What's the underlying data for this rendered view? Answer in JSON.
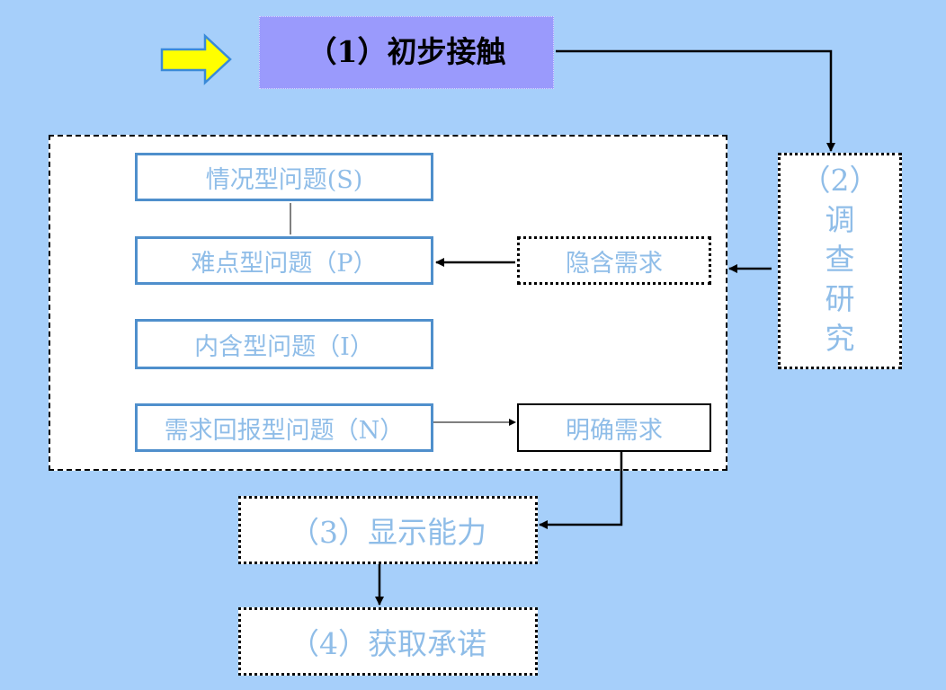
{
  "step1": {
    "label": "（1）初步接触"
  },
  "step2": {
    "label_top": "（2）",
    "chars": [
      "调",
      "查",
      "研",
      "究"
    ]
  },
  "questions": [
    {
      "label": "情况型问题(S)"
    },
    {
      "label": "难点型问题（P）"
    },
    {
      "label": "内含型问题（I）"
    },
    {
      "label": "需求回报型问题（N）"
    }
  ],
  "needs": {
    "implicit": "隐含需求",
    "explicit": "明确需求"
  },
  "step3": {
    "label": "（3）显示能力"
  },
  "step4": {
    "label": "（4）获取承诺"
  },
  "colors": {
    "background": "#a6cffa",
    "step1_fill": "#9a9afc",
    "text_light": "#8fbde8",
    "box_border": "#4f8fcc",
    "arrow_fill": "#ffff00",
    "arrow_stroke": "#3a8ad8"
  }
}
